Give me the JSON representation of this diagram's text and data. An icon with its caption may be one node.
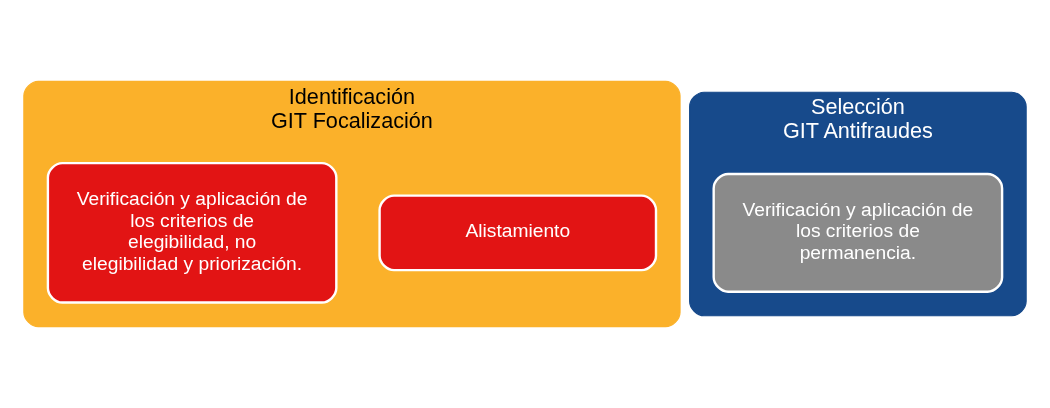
{
  "diagram": {
    "nodes": [
      {
        "text": [
          "Identificación",
          "GIT Focalización"
        ]
      },
      {
        "text": [
          "Alistamiento"
        ],
        "in": 0
      },
      {
        "text": [
          "Verificación y aplicación de los criterios de elegibilidad, no elegibilidad y priorización."
        ],
        "in": 0
      },
      {
        "text": [
          "Selección",
          "GIT Antifraudes"
        ]
      },
      {
        "text": [
          "Verificación y aplicación de los criterios de permanencia."
        ],
        "in": 3
      }
    ],
    "edges": []
  }
}
